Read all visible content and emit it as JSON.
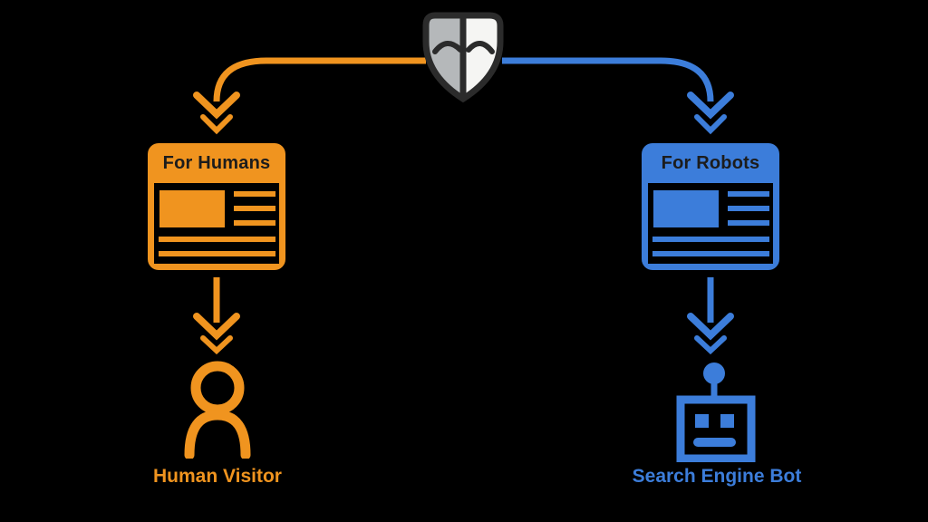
{
  "theme": {
    "bg": "#000000",
    "orange": "#F0941F",
    "blue": "#3C7DDA",
    "box-text": "#1C1C1C",
    "mask-outline": "#2B2B2B",
    "mask-left": "#B5B8BA",
    "mask-right": "#F5F5F3"
  },
  "mask": {
    "icon": "split-theater-mask-icon",
    "left_half_color": "#B5B8BA",
    "right_half_color": "#F5F5F3"
  },
  "humans": {
    "page_label": "For Humans",
    "visitor_label": "Human Visitor",
    "icon": "person-outline-icon",
    "color": "#F0941F"
  },
  "robots": {
    "page_label": "For Robots",
    "visitor_label": "Search Engine Bot",
    "icon": "robot-head-icon",
    "color": "#3C7DDA"
  }
}
